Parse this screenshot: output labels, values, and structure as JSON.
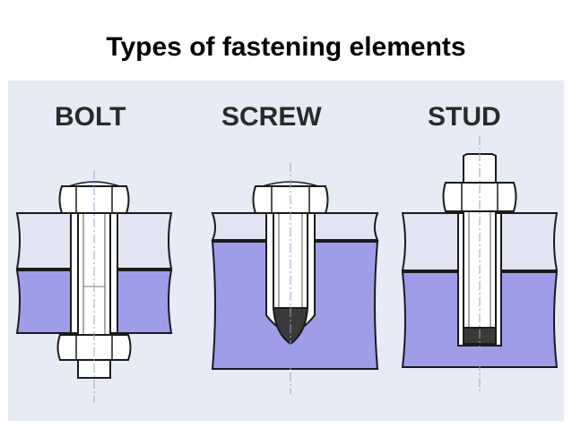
{
  "title": "Types of fastening elements",
  "labels": {
    "bolt": "BOLT",
    "screw": "SCREW",
    "stud": "STUD"
  },
  "colors": {
    "background": "#e6ebf5",
    "top_plate": "#e2e4f3",
    "bottom_plate": "#9e9ee8",
    "metal": "#ffffff",
    "outline": "#1a1a1a",
    "screw_tip": "#3a3a3a",
    "centerline": "#9aa3c8"
  },
  "icons": [
    "bolt-icon",
    "screw-icon",
    "stud-icon"
  ]
}
